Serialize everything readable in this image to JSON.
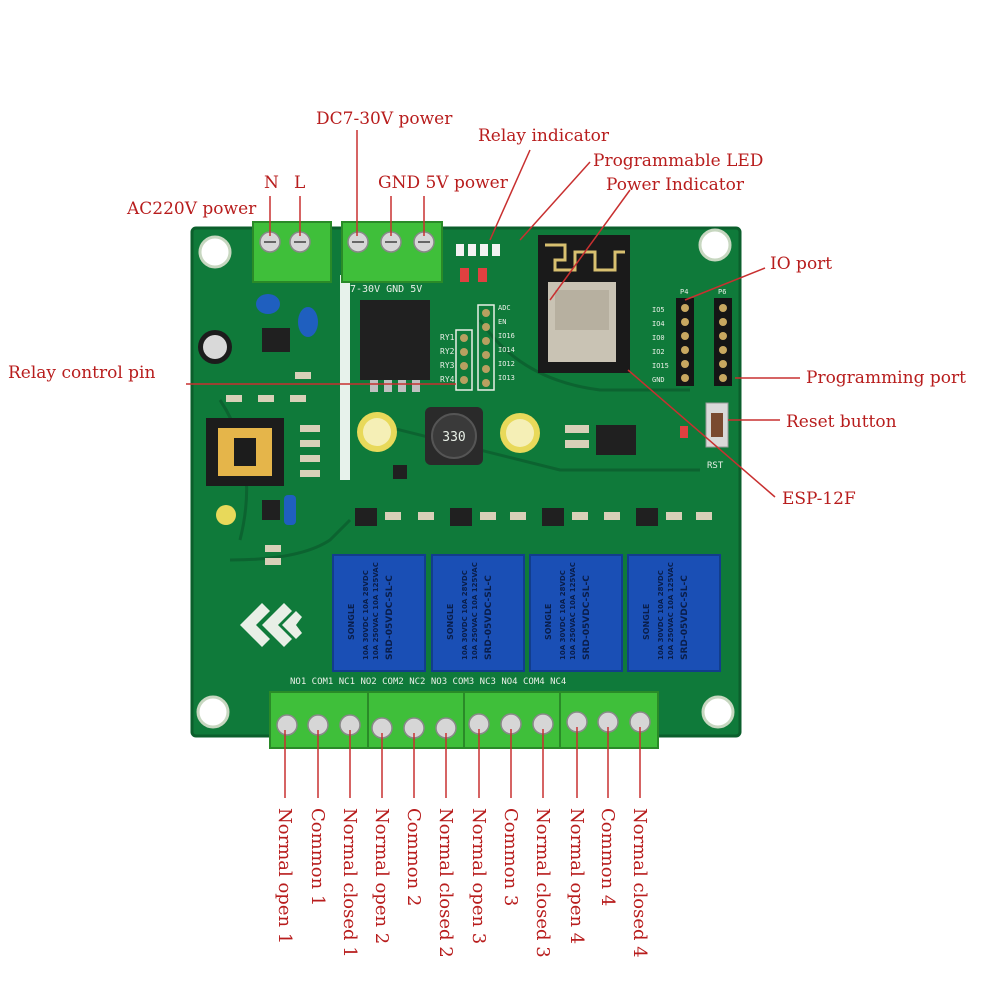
{
  "labels": {
    "n": "N",
    "l": "L",
    "ac_power": "AC220V power",
    "dc_power": "DC7-30V power",
    "gnd_5v": "GND 5V power",
    "relay_indicator": "Relay indicator",
    "programmable_led": "Programmable LED",
    "power_indicator": "Power Indicator",
    "io_port": "IO port",
    "relay_control_pin": "Relay control pin",
    "programming_port": "Programming port",
    "reset_button": "Reset button",
    "esp12f": "ESP-12F"
  },
  "terminals": [
    "Normal open 1",
    "Common 1",
    "Normal closed 1",
    "Normal open 2",
    "Common 2",
    "Normal closed 2",
    "Normal open 3",
    "Common 3",
    "Normal closed 3",
    "Normal open 4",
    "Common 4",
    "Normal closed 4"
  ],
  "board_silk": {
    "top_row": "NO1 COM1 NC1  NO2 COM2 NC2  NO3 COM3 NC3  NO4 COM4 NC4",
    "rst": "RST",
    "gnd_5v": "7-30V GND 5V",
    "ry": [
      "RY1",
      "RY2",
      "RY3",
      "RY4"
    ],
    "io_pins": [
      "ADC",
      "EN",
      "IO16",
      "IO14",
      "IO12",
      "IO13"
    ],
    "prog_pins": [
      "IO5",
      "IO4",
      "IO0",
      "IO2",
      "IO15",
      "GND"
    ],
    "p4": "P4",
    "p6": "P6"
  },
  "relay": {
    "brand": "SONGLE",
    "model": "SRD-05VDC-SL-C",
    "rating1": "10A 250VAC 10A 125VAC",
    "rating2": "10A 30VDC 10A 28VDC"
  },
  "colors": {
    "pcb": "#0f7a3a",
    "pcb_edge": "#0b5f2c",
    "terminal": "#3fbf3a",
    "relay": "#1a4fb5",
    "label": "#b81d1d",
    "leader": "#c83030"
  }
}
